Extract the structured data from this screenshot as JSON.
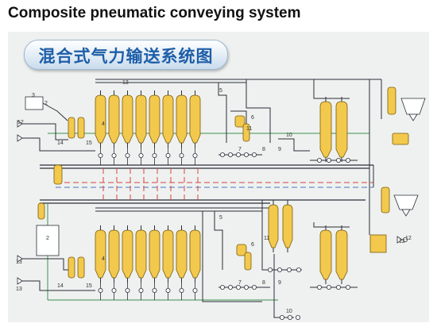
{
  "title": "Composite pneumatic conveying system",
  "banner": "混合式气力输送系统图",
  "colors": {
    "background": "#ffffff",
    "panel": "#eef1ef",
    "pipe": "#2b2f3a",
    "silo_fill": "#f2c94c",
    "silo_stroke": "#7a5a10",
    "green_line": "#3f8f4f",
    "red_dash": "#d64545",
    "blue_dash": "#4a72c9",
    "banner_text": "#1e5ea8"
  },
  "diagram": {
    "labels": [
      "12",
      "2",
      "13",
      "4",
      "5",
      "6",
      "7",
      "8",
      "9",
      "10",
      "11",
      "12",
      "13",
      "14",
      "15",
      "3",
      "2",
      "4",
      "5",
      "6",
      "7",
      "8",
      "9",
      "10",
      "11",
      "12",
      "13",
      "14",
      "15"
    ]
  }
}
